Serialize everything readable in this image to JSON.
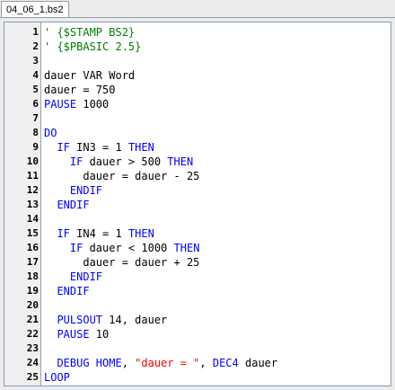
{
  "tabs": [
    {
      "label": "04_06_1.bs2"
    }
  ],
  "colors": {
    "comment": "#008000",
    "keyword": "#0000ff",
    "string": "#ff0000",
    "plain": "#000000"
  },
  "code_lines": [
    {
      "num": "1",
      "tokens": [
        {
          "t": "' {$STAMP BS2}",
          "k": "comment"
        }
      ]
    },
    {
      "num": "2",
      "tokens": [
        {
          "t": "' {$PBASIC 2.5}",
          "k": "comment"
        }
      ]
    },
    {
      "num": "3",
      "tokens": []
    },
    {
      "num": "4",
      "tokens": [
        {
          "t": "dauer VAR Word",
          "k": "plain"
        }
      ]
    },
    {
      "num": "5",
      "tokens": [
        {
          "t": "dauer = 750",
          "k": "plain"
        }
      ]
    },
    {
      "num": "6",
      "tokens": [
        {
          "t": "PAUSE",
          "k": "keyword"
        },
        {
          "t": " 1000",
          "k": "plain"
        }
      ]
    },
    {
      "num": "7",
      "tokens": []
    },
    {
      "num": "8",
      "tokens": [
        {
          "t": "DO",
          "k": "keyword"
        }
      ]
    },
    {
      "num": "9",
      "tokens": [
        {
          "t": "  ",
          "k": "plain"
        },
        {
          "t": "IF",
          "k": "keyword"
        },
        {
          "t": " IN3 = 1 ",
          "k": "plain"
        },
        {
          "t": "THEN",
          "k": "keyword"
        }
      ]
    },
    {
      "num": "10",
      "tokens": [
        {
          "t": "    ",
          "k": "plain"
        },
        {
          "t": "IF",
          "k": "keyword"
        },
        {
          "t": " dauer > 500 ",
          "k": "plain"
        },
        {
          "t": "THEN",
          "k": "keyword"
        }
      ]
    },
    {
      "num": "11",
      "tokens": [
        {
          "t": "      dauer = dauer - 25",
          "k": "plain"
        }
      ]
    },
    {
      "num": "12",
      "tokens": [
        {
          "t": "    ",
          "k": "plain"
        },
        {
          "t": "ENDIF",
          "k": "keyword"
        }
      ]
    },
    {
      "num": "13",
      "tokens": [
        {
          "t": "  ",
          "k": "plain"
        },
        {
          "t": "ENDIF",
          "k": "keyword"
        }
      ]
    },
    {
      "num": "14",
      "tokens": []
    },
    {
      "num": "15",
      "tokens": [
        {
          "t": "  ",
          "k": "plain"
        },
        {
          "t": "IF",
          "k": "keyword"
        },
        {
          "t": " IN4 = 1 ",
          "k": "plain"
        },
        {
          "t": "THEN",
          "k": "keyword"
        }
      ]
    },
    {
      "num": "16",
      "tokens": [
        {
          "t": "    ",
          "k": "plain"
        },
        {
          "t": "IF",
          "k": "keyword"
        },
        {
          "t": " dauer < 1000 ",
          "k": "plain"
        },
        {
          "t": "THEN",
          "k": "keyword"
        }
      ]
    },
    {
      "num": "17",
      "tokens": [
        {
          "t": "      dauer = dauer + 25",
          "k": "plain"
        }
      ]
    },
    {
      "num": "18",
      "tokens": [
        {
          "t": "    ",
          "k": "plain"
        },
        {
          "t": "ENDIF",
          "k": "keyword"
        }
      ]
    },
    {
      "num": "19",
      "tokens": [
        {
          "t": "  ",
          "k": "plain"
        },
        {
          "t": "ENDIF",
          "k": "keyword"
        }
      ]
    },
    {
      "num": "20",
      "tokens": []
    },
    {
      "num": "21",
      "tokens": [
        {
          "t": "  ",
          "k": "plain"
        },
        {
          "t": "PULSOUT",
          "k": "keyword"
        },
        {
          "t": " 14, dauer",
          "k": "plain"
        }
      ]
    },
    {
      "num": "22",
      "tokens": [
        {
          "t": "  ",
          "k": "plain"
        },
        {
          "t": "PAUSE",
          "k": "keyword"
        },
        {
          "t": " 10",
          "k": "plain"
        }
      ]
    },
    {
      "num": "23",
      "tokens": []
    },
    {
      "num": "24",
      "tokens": [
        {
          "t": "  ",
          "k": "plain"
        },
        {
          "t": "DEBUG HOME",
          "k": "keyword"
        },
        {
          "t": ", ",
          "k": "plain"
        },
        {
          "t": "\"dauer = \"",
          "k": "string"
        },
        {
          "t": ", ",
          "k": "plain"
        },
        {
          "t": "DEC4",
          "k": "keyword"
        },
        {
          "t": " dauer",
          "k": "plain"
        }
      ]
    },
    {
      "num": "25",
      "tokens": [
        {
          "t": "LOOP",
          "k": "keyword"
        }
      ]
    }
  ]
}
